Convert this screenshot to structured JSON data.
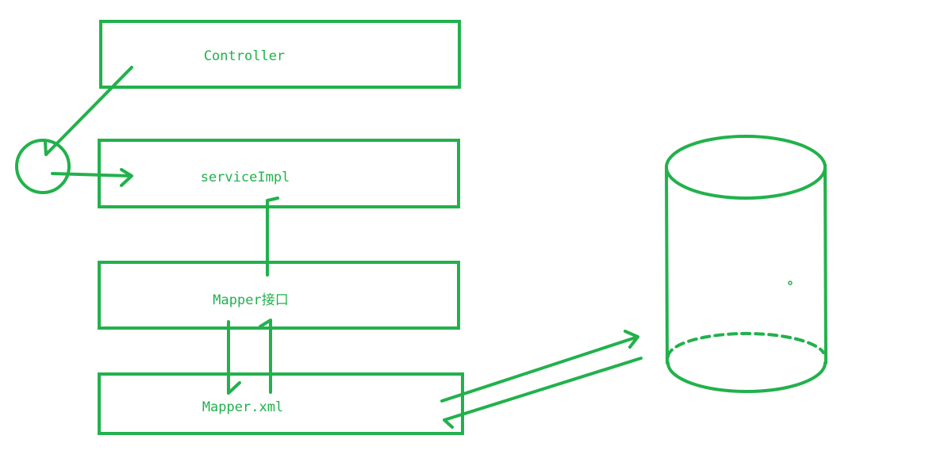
{
  "colors": {
    "stroke": "#22b14c",
    "text": "#22b14c",
    "background": "#ffffff"
  },
  "layers": {
    "controller": "Controller",
    "service_impl": "serviceImpl",
    "mapper_interface": "Mapper接口",
    "mapper_xml": "Mapper.xml"
  },
  "icons": {
    "database": "database-cylinder-icon",
    "proxy": "circle-node-icon"
  }
}
